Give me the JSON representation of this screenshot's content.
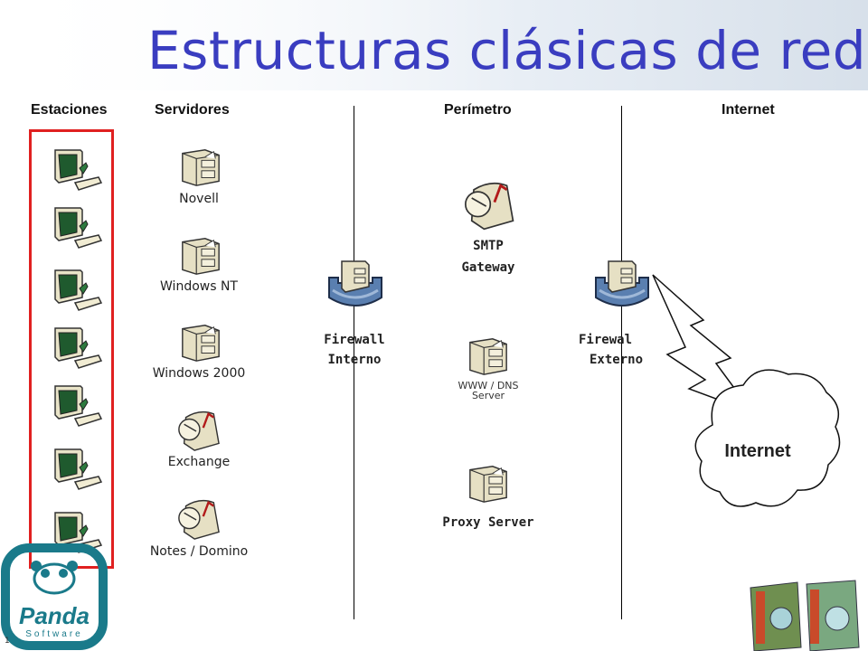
{
  "slide": {
    "title": "Estructuras clásicas de red",
    "page_number": "1"
  },
  "columns": {
    "estaciones": "Estaciones",
    "servidores": "Servidores",
    "perimetro": "Perímetro",
    "internet": "Internet"
  },
  "servers": [
    {
      "label": "Novell",
      "icon": "server-icon"
    },
    {
      "label": "Windows NT",
      "icon": "server-icon"
    },
    {
      "label": "Windows 2000",
      "icon": "server-icon"
    },
    {
      "label": "Exchange",
      "icon": "mail-server-icon"
    },
    {
      "label": "Notes / Domino",
      "icon": "mail-server-icon"
    }
  ],
  "perimeter": {
    "firewall_internal": [
      "Firewall",
      "Interno"
    ],
    "smtp_gateway": [
      "SMTP",
      "Gateway"
    ],
    "www_dns": [
      "WWW / DNS",
      "Server"
    ],
    "proxy": "Proxy Server",
    "firewall_external": [
      "Firewal",
      "Externo"
    ]
  },
  "internet_cloud": "Internet",
  "logo": {
    "brand": "Panda",
    "sub": "Software"
  },
  "colors": {
    "title": "#3a3dc0",
    "highlight_box": "#e02020",
    "firewall": "#5a7fb0",
    "logo": "#1a7a8a"
  }
}
